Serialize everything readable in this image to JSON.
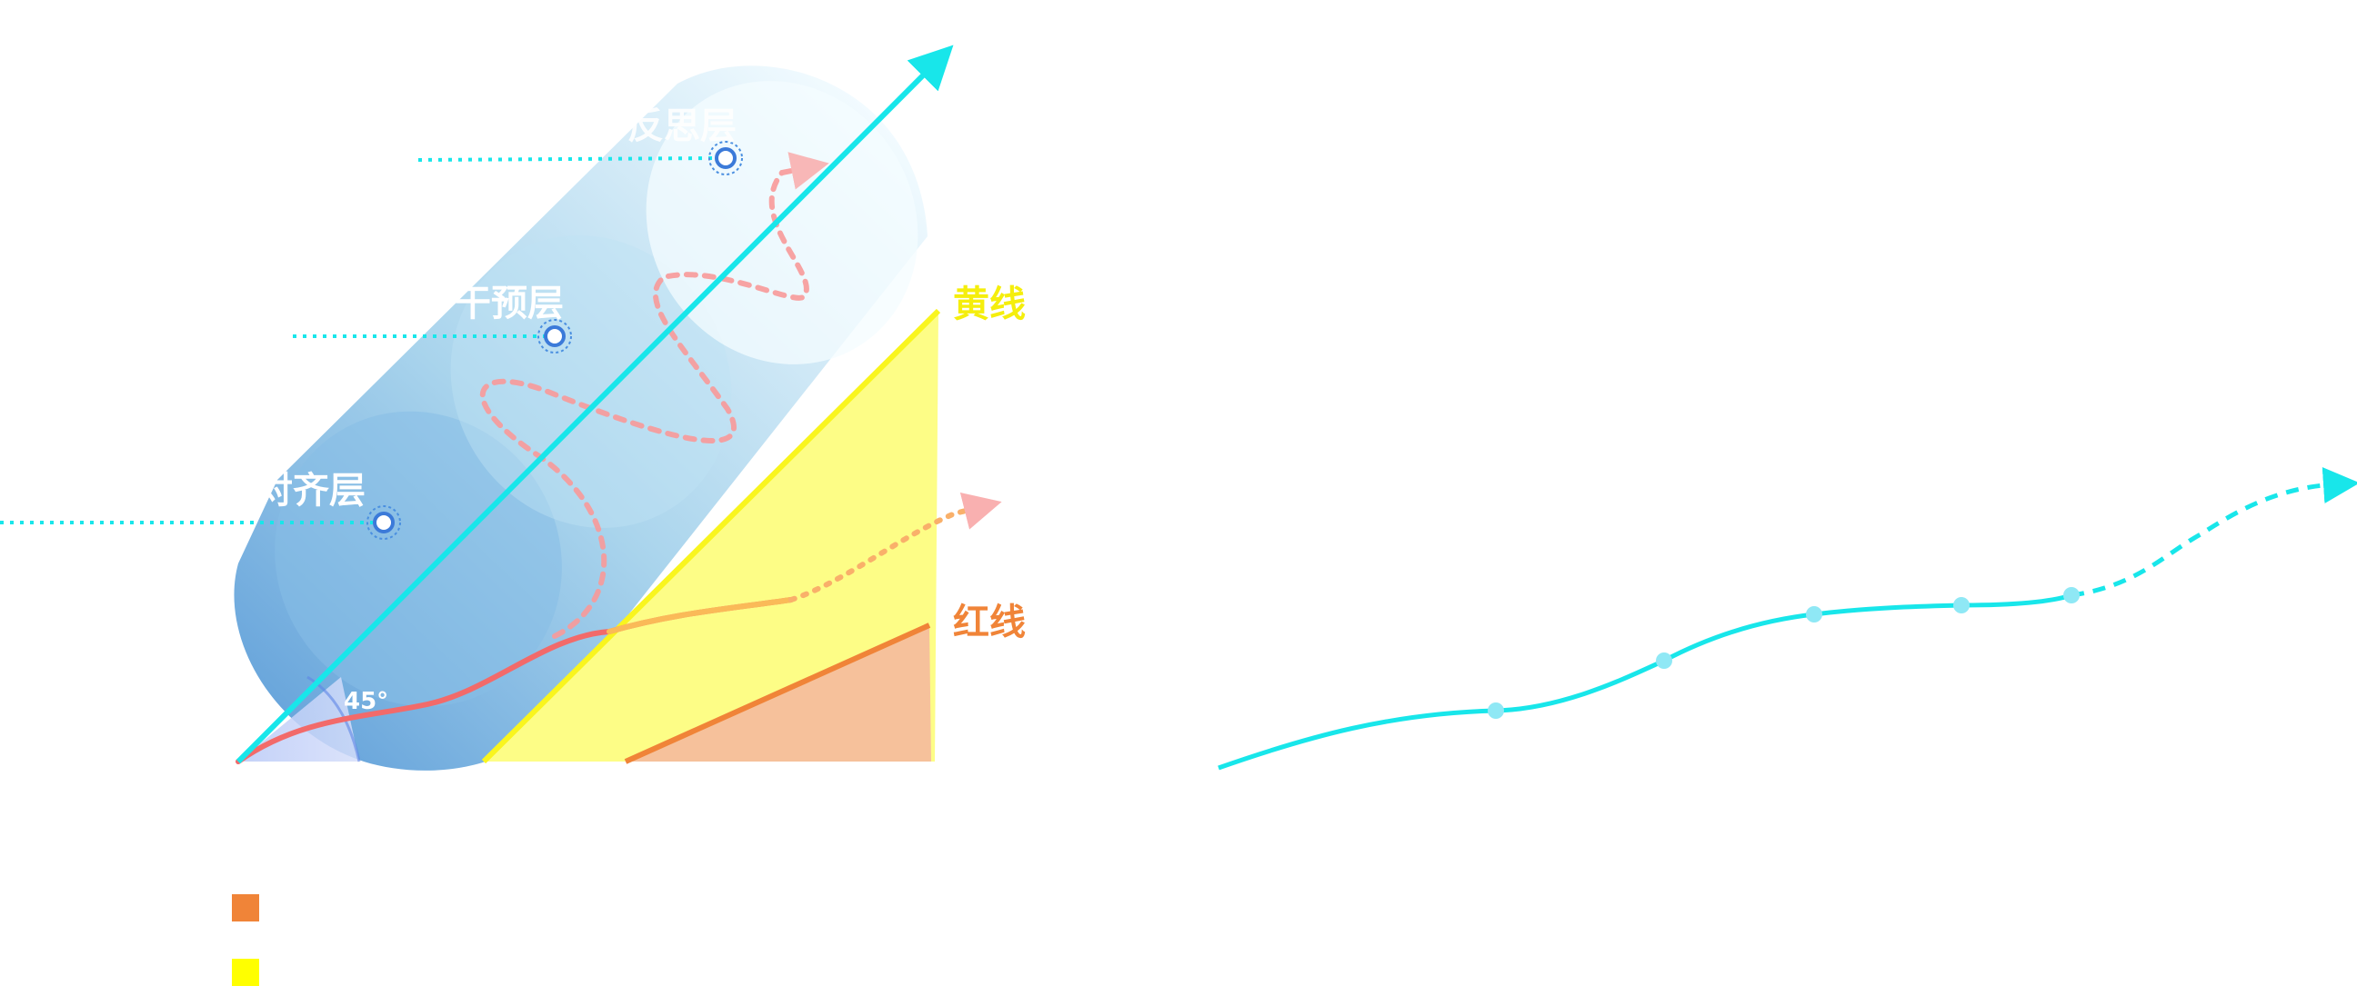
{
  "labels": {
    "yellow_line": "黄线",
    "red_line": "红线",
    "angle": "45°",
    "layer_top": "反思层",
    "layer_middle": "干预层",
    "layer_bottom": "对齐层"
  },
  "legend": [
    {
      "color": "#f08438",
      "label": ""
    },
    {
      "color": "#ffff00",
      "label": ""
    }
  ],
  "colors": {
    "cyan": "#18e6ea",
    "yellow": "#f9f51e",
    "yellow_fill": "#fdfd86",
    "orange": "#f08438",
    "orange_fill": "#f6c19b",
    "pink": "#f99a9a",
    "red": "#f26a6a",
    "cylinder_dark": "#6aa6dc",
    "cylinder_light": "#eef9fd"
  }
}
